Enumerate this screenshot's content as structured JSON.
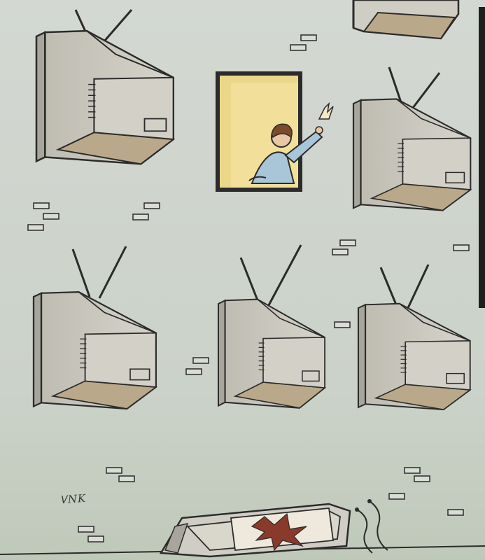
{
  "scene": {
    "subject": "cartoon",
    "colors": {
      "wall": "#cdd3cc",
      "wall_lower": "#c3ccbe",
      "tv_body": "#cfcdc4",
      "tv_shadow": "#b9a98a",
      "tv_floor": "#a99a7c",
      "window_glow": "#f1df9a",
      "outline": "#2b2b2b",
      "boy_shirt": "#a9c6d8",
      "boy_hair": "#7a4a2a",
      "skin": "#e9c7a4",
      "dove": "#f4e8c8",
      "shatter": "#8a3a2a"
    },
    "tvs": [
      {
        "id": "tv-top-left",
        "antenna": true
      },
      {
        "id": "tv-top-right-partial",
        "antenna": false
      },
      {
        "id": "tv-mid-right",
        "antenna": true
      },
      {
        "id": "tv-bottom-left",
        "antenna": true
      },
      {
        "id": "tv-bottom-middle",
        "antenna": true
      },
      {
        "id": "tv-bottom-right",
        "antenna": true
      }
    ],
    "window": {
      "has_boy": true,
      "has_dove": true
    },
    "broken_tv_on_ground": true,
    "signature": "ᏙNK"
  }
}
